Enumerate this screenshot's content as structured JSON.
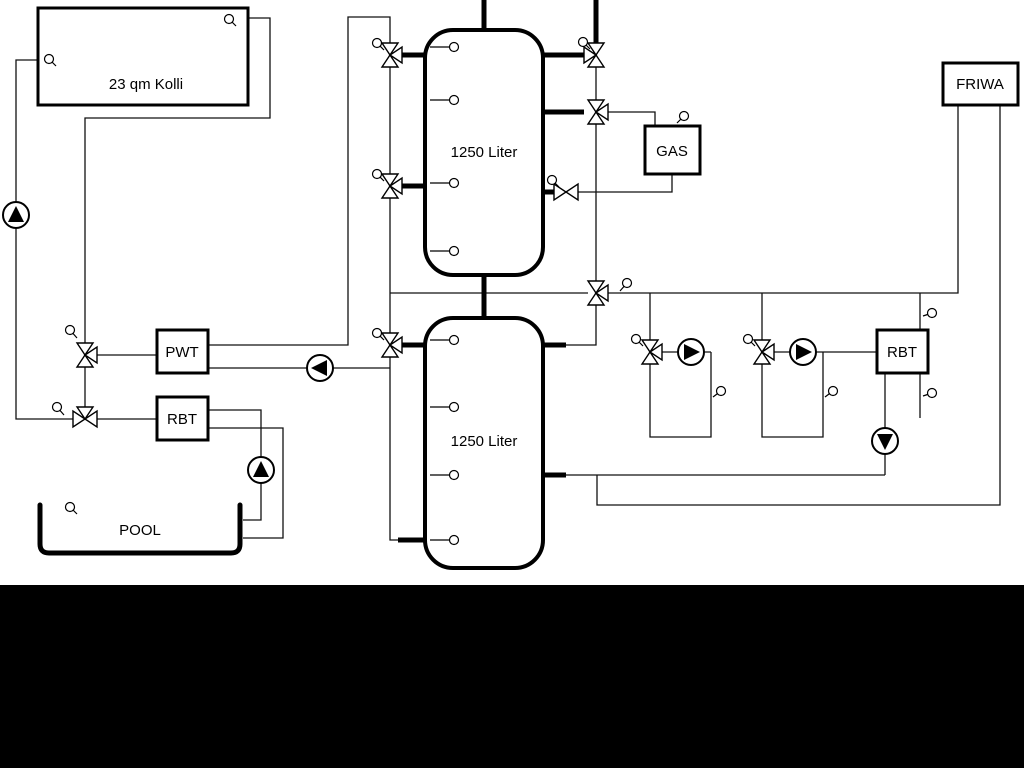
{
  "diagram": {
    "collector_label": "23 qm Kolli",
    "tank1_label": "1250 Liter",
    "tank2_label": "1250 Liter",
    "gas_label": "GAS",
    "friwa_label": "FRIWA",
    "pwt_label": "PWT",
    "rbt_left_label": "RBT",
    "rbt_right_label": "RBT",
    "pool_label": "POOL"
  },
  "colors": {
    "line": "#000000",
    "background": "#ffffff",
    "footer_bar": "#000000"
  }
}
